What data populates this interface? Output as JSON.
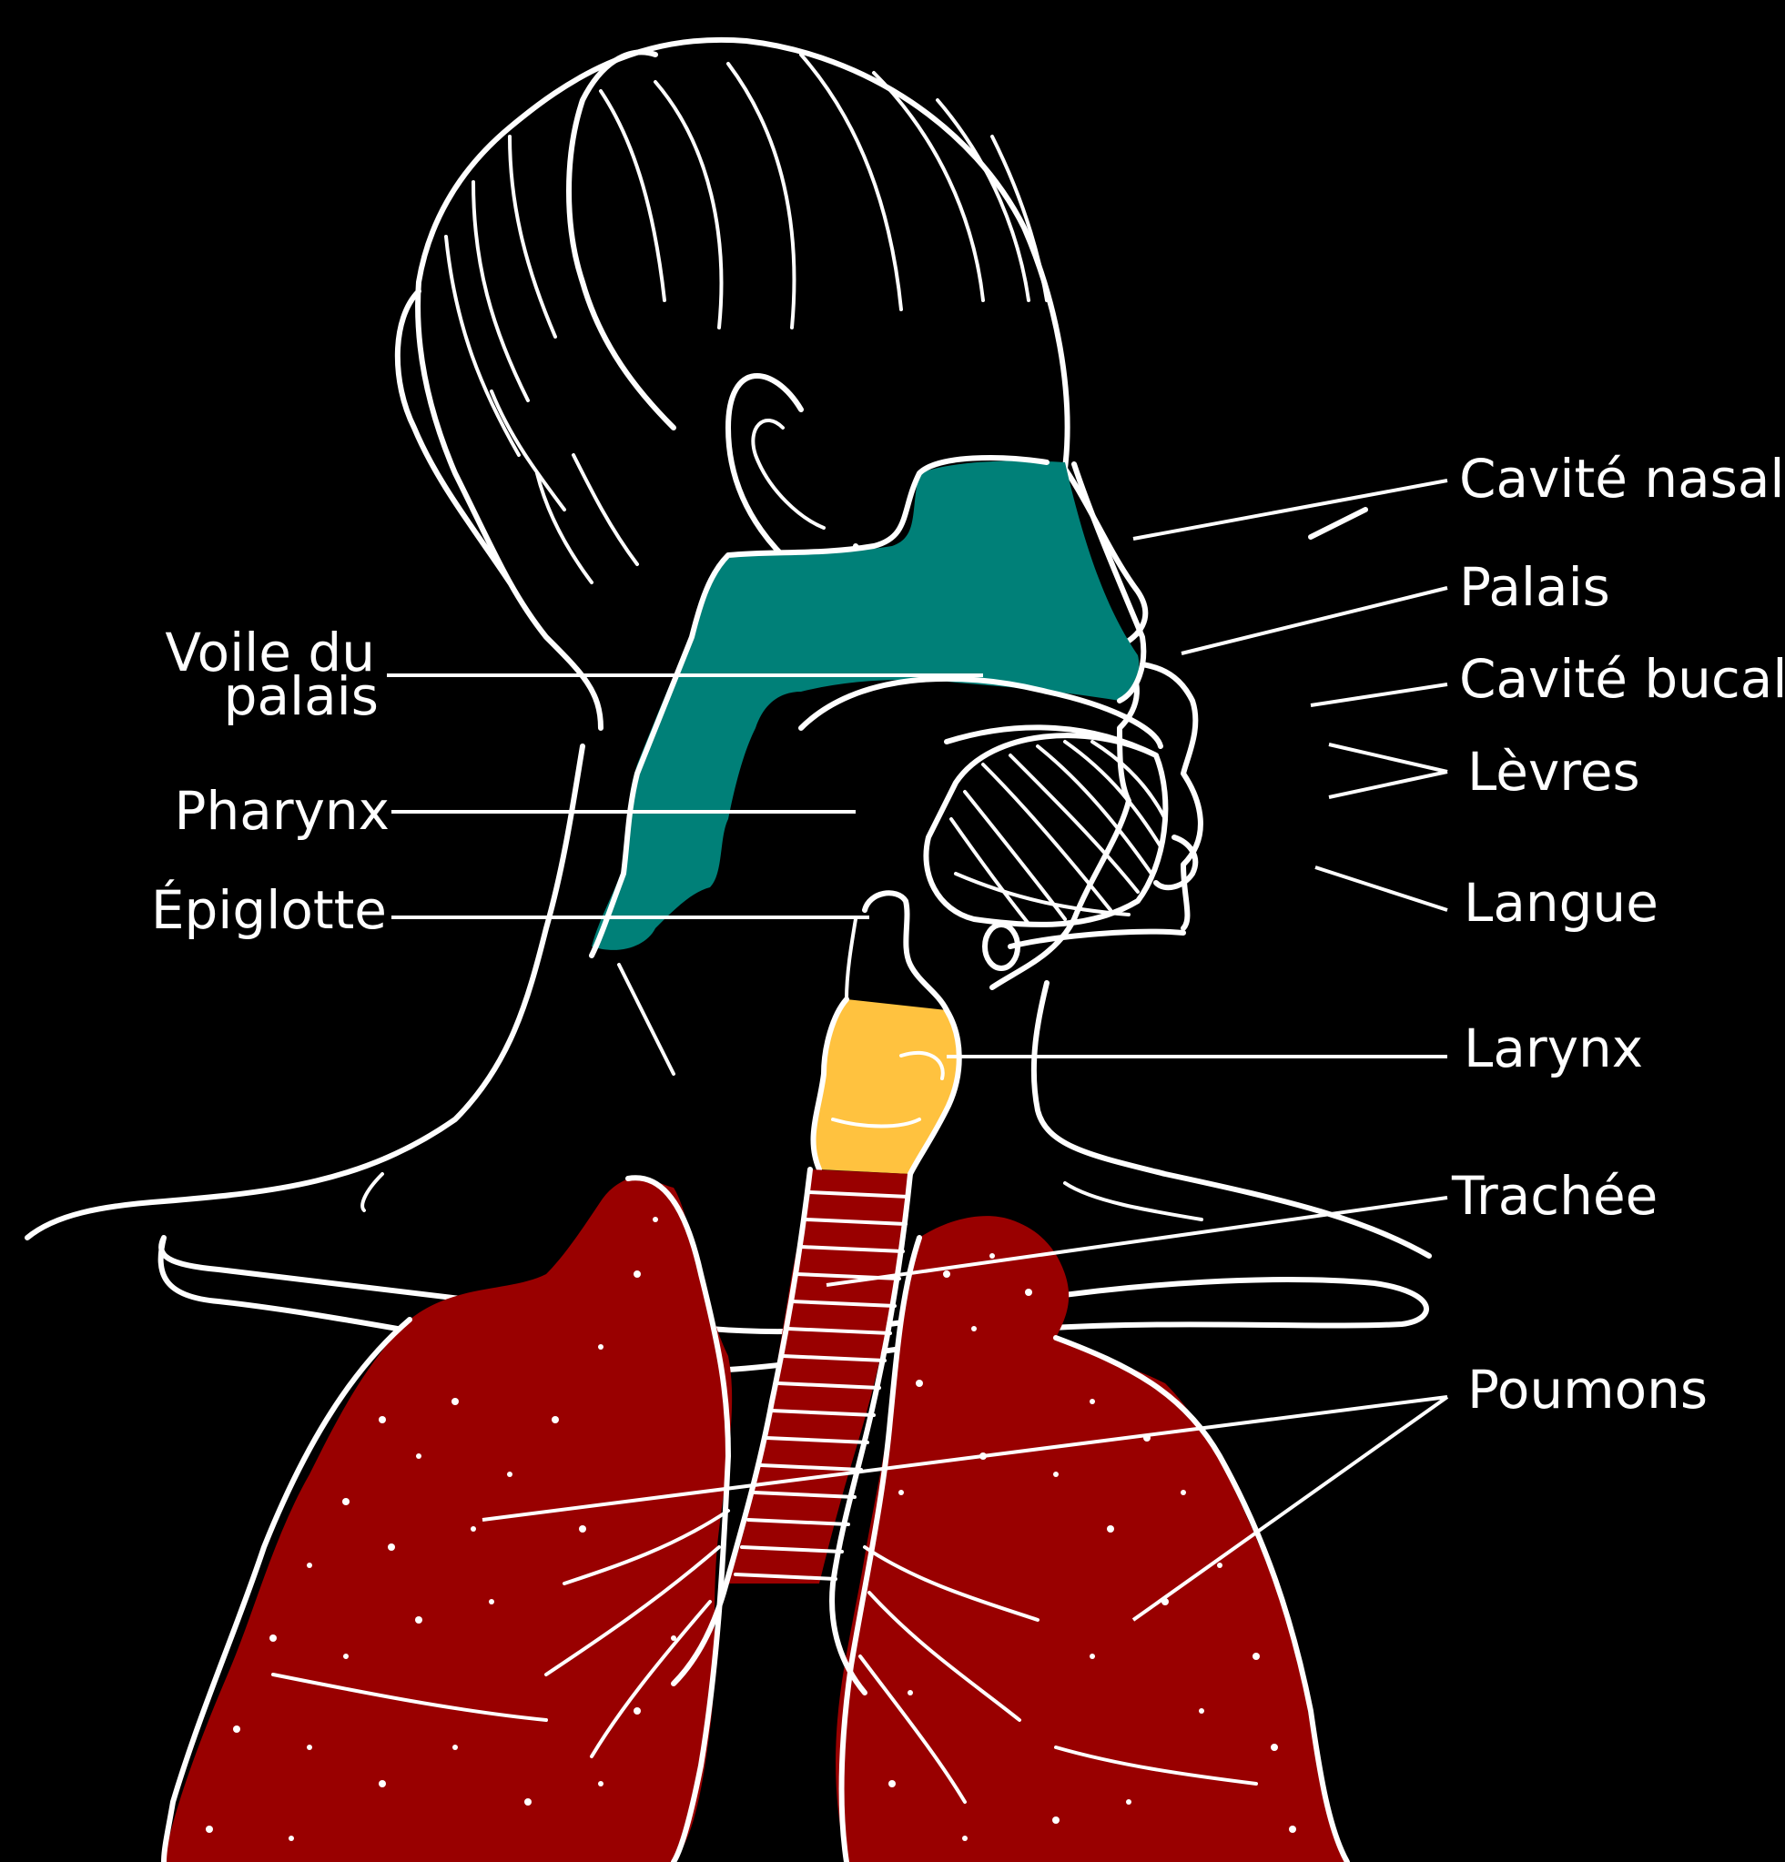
{
  "colors": {
    "background": "#000000",
    "outline": "#ffffff",
    "airway": "#008078",
    "larynx": "#ffc23f",
    "lungs": "#990000"
  },
  "labels": {
    "cavite_nasale": "Cavité nasale",
    "palais": "Palais",
    "cavite_bucale": "Cavité bucale",
    "levres": "Lèvres",
    "langue": "Langue",
    "larynx": "Larynx",
    "trachee": "Trachée",
    "poumons": "Poumons",
    "voile_line1": "Voile du",
    "voile_line2": "palais",
    "pharynx": "Pharynx",
    "epiglotte": "Épiglotte"
  }
}
